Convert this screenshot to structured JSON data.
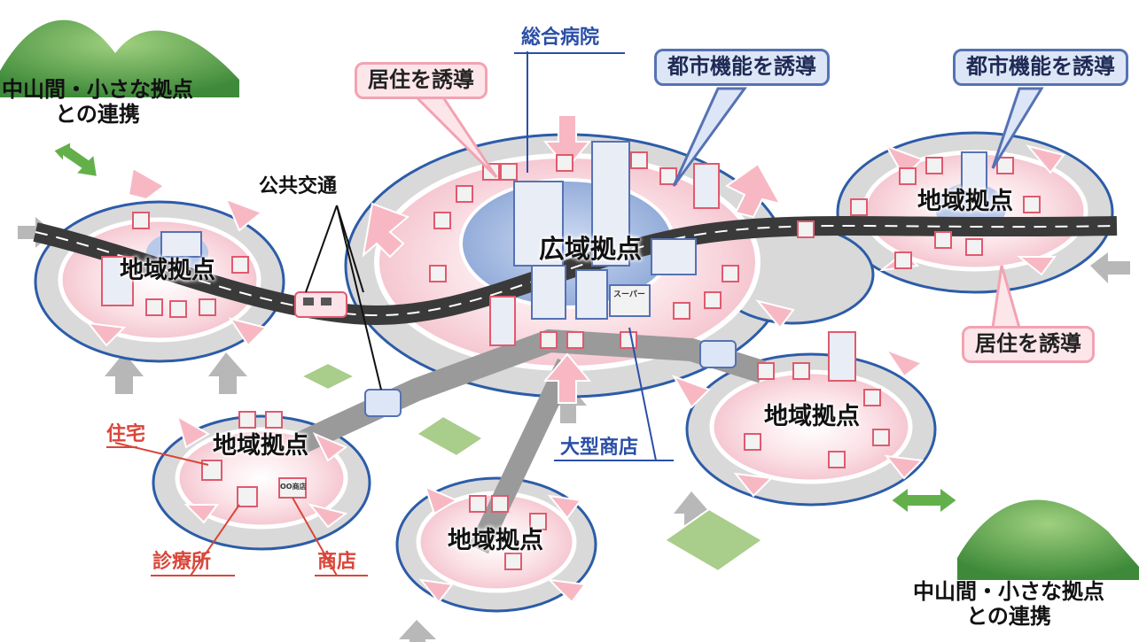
{
  "labels": {
    "top_left_link": "中山間・小さな拠点\nとの連携",
    "bottom_right_link": "中山間・小さな拠点\nとの連携",
    "public_transit": "公共交通",
    "general_hospital": "総合病院",
    "residence_induce_top": "居住を誘導",
    "city_function_center": "都市機能を誘導",
    "city_function_right": "都市機能を誘導",
    "residence_induce_right": "居住を誘導",
    "wide_area_hub": "広域拠点",
    "regional_hub_left": "地域拠点",
    "regional_hub_right": "地域拠点",
    "regional_hub_lower_left": "地域拠点",
    "regional_hub_bottom": "地域拠点",
    "regional_hub_lower_right": "地域拠点",
    "large_store": "大型商店",
    "housing": "住宅",
    "clinic": "診療所",
    "shop": "商店",
    "supermarket_sign": "スーパー",
    "shop_sign": "OO商店"
  },
  "colors": {
    "pink_fill": "#fde6ea",
    "pink_border": "#f2a3b2",
    "blue_fill": "#dde6f6",
    "blue_border": "#5572b4",
    "red_text": "#d9463a",
    "road": "#3a3a3a",
    "mountain": "#5e9e4a"
  }
}
